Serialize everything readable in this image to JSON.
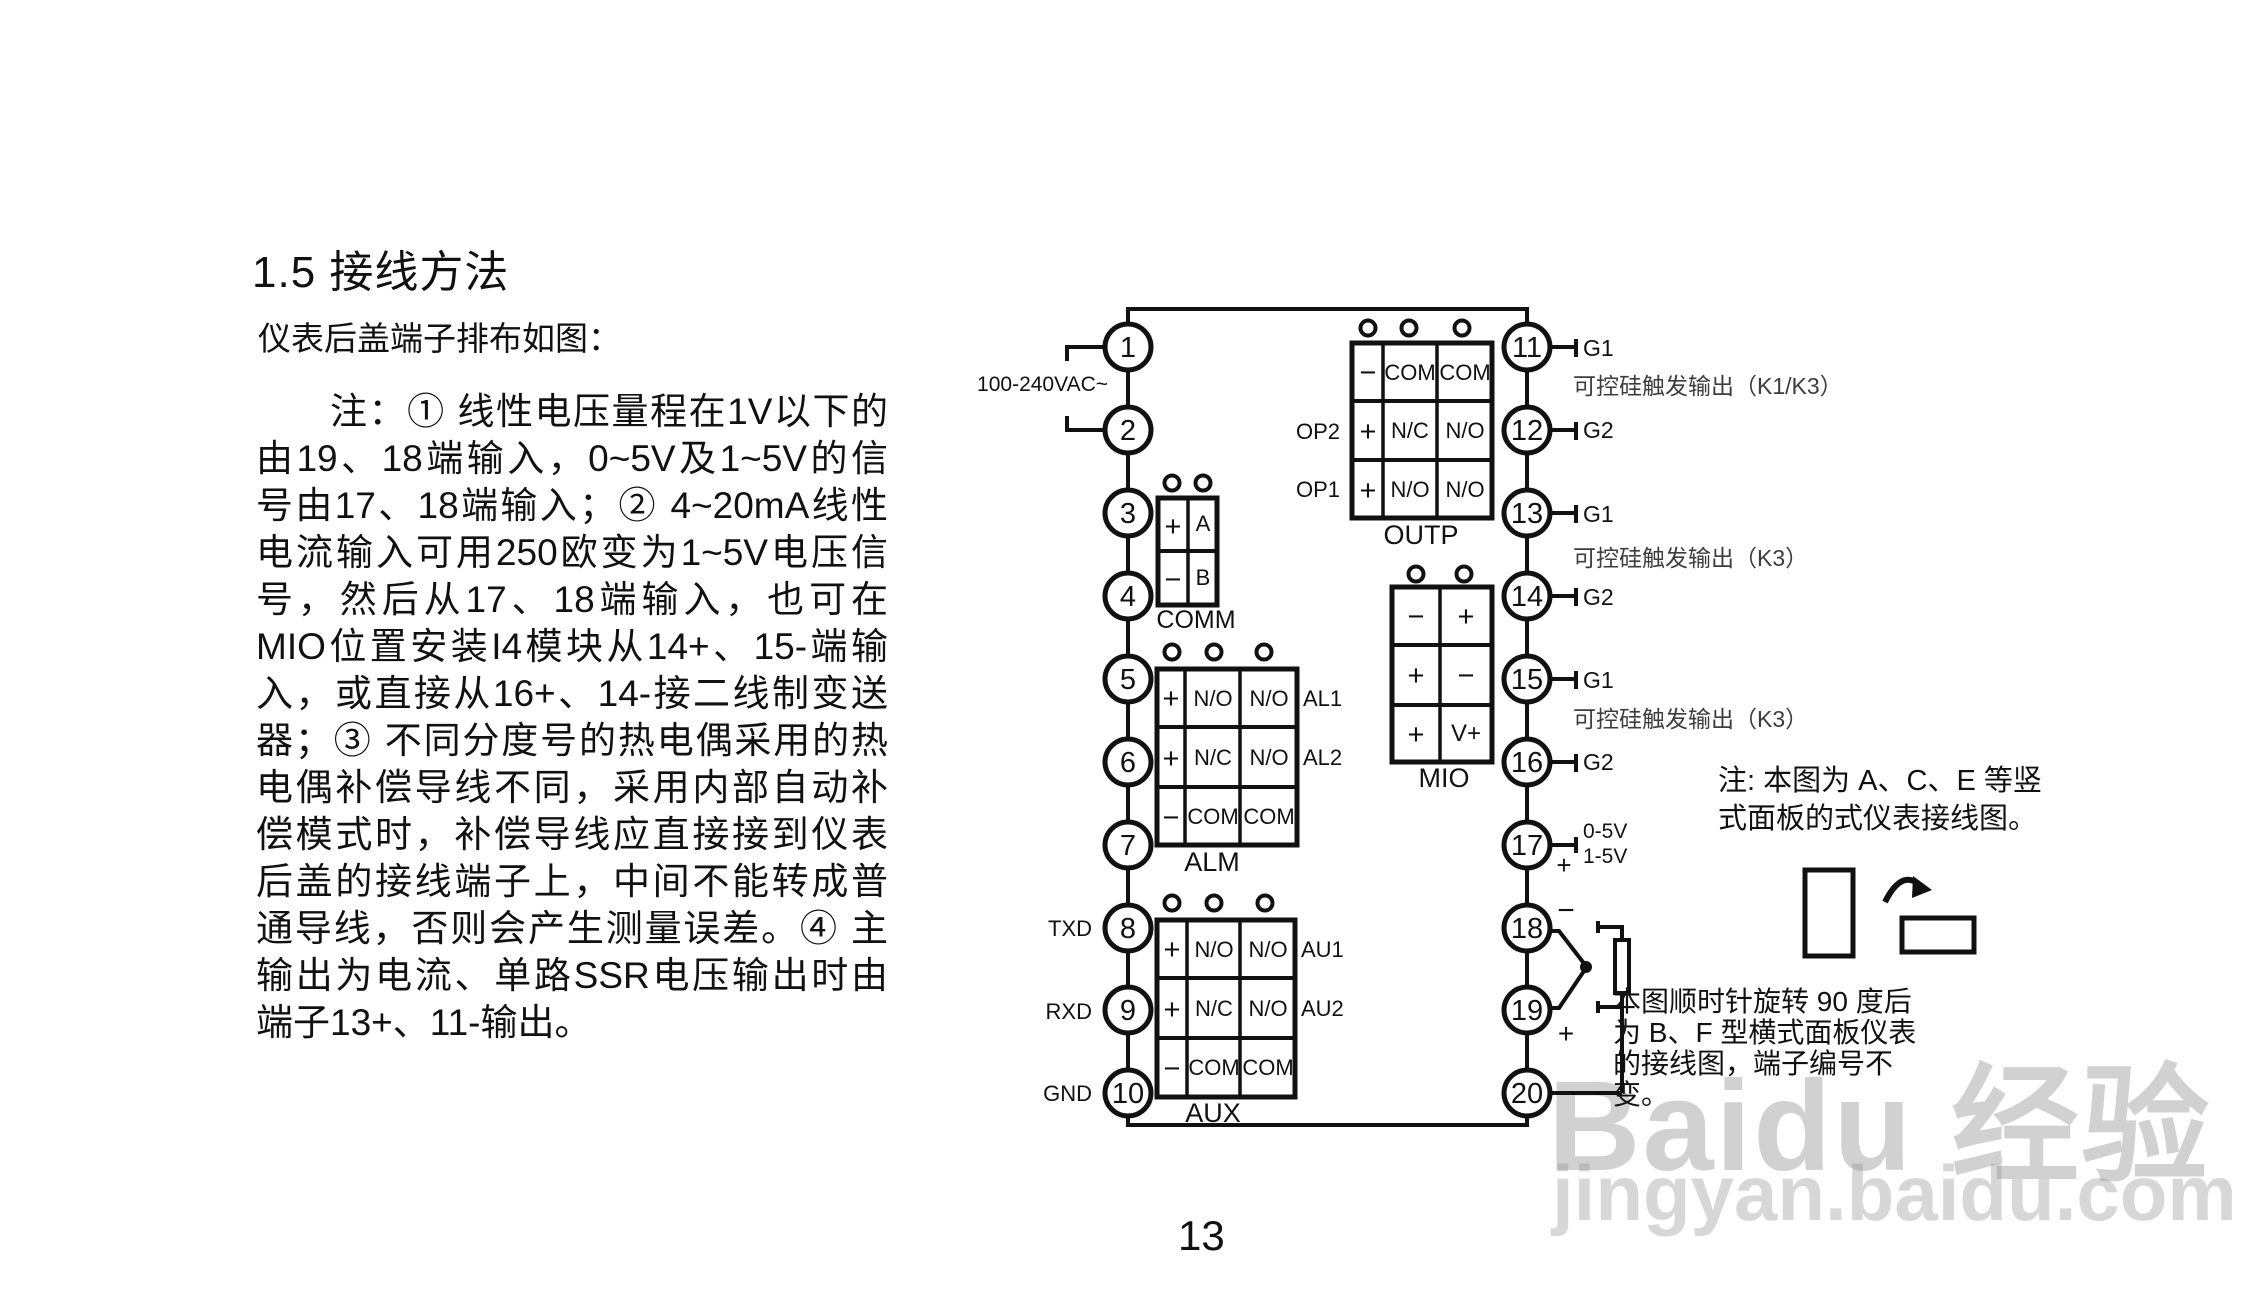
{
  "page": {
    "title": "1.5 接线方法",
    "subtitle": "仪表后盖端子排布如图：",
    "page_number": "13"
  },
  "para": {
    "lines": [
      "注：① 线性电压量程在1V以下的",
      "由19、18端输入，0~5V及1~5V的信",
      "号由17、18端输入；② 4~20mA线性",
      "电流输入可用250欧变为1~5V电压信",
      "号，然后从17、18端输入，也可在",
      "MIO位置安装I4模块从14+、15-端输",
      "入，或直接从16+、14-接二线制变送",
      "器；③ 不同分度号的热电偶采用的热",
      "电偶补偿导线不同，采用内部自动补",
      "偿模式时，补偿导线应直接接到仪表",
      "后盖的接线端子上，中间不能转成普",
      "通导线，否则会产生测量误差。④ 主",
      "输出为电流、单路SSR电压输出时由",
      "端子13+、11-输出。"
    ]
  },
  "d": {
    "power": "100-240VAC~",
    "t": [
      "1",
      "2",
      "3",
      "4",
      "5",
      "6",
      "7",
      "8",
      "9",
      "10",
      "11",
      "12",
      "13",
      "14",
      "15",
      "16",
      "17",
      "18",
      "19",
      "20"
    ],
    "comm": {
      "p": "+",
      "a": "A",
      "m": "−",
      "b": "B",
      "label": "COMM"
    },
    "outp": {
      "r1": [
        "−",
        "COM",
        "COM"
      ],
      "r2": [
        "+",
        "N/C",
        "N/O"
      ],
      "r3": [
        "+",
        "N/O",
        "N/O"
      ],
      "op2": "OP2",
      "op1": "OP1",
      "label": "OUTP"
    },
    "alm": {
      "r1": [
        "+",
        "N/O",
        "N/O"
      ],
      "r2": [
        "+",
        "N/C",
        "N/O"
      ],
      "r3": [
        "−",
        "COM",
        "COM"
      ],
      "al1": "AL1",
      "al2": "AL2",
      "label": "ALM"
    },
    "aux": {
      "r1": [
        "+",
        "N/O",
        "N/O"
      ],
      "r2": [
        "+",
        "N/C",
        "N/O"
      ],
      "r3": [
        "−",
        "COM",
        "COM"
      ],
      "au1": "AU1",
      "au2": "AU2",
      "label": "AUX"
    },
    "mio": {
      "r1": [
        "−",
        "+"
      ],
      "r2": [
        "+",
        "−"
      ],
      "r3": [
        "+",
        "V+"
      ],
      "label": "MIO"
    },
    "serial": {
      "txd": "TXD",
      "rxd": "RXD",
      "gnd": "GND"
    },
    "g": [
      "G1",
      "G2",
      "G1",
      "G2",
      "G1",
      "G2"
    ],
    "scr": [
      "可控硅触发输出（K1/K3）",
      "可控硅触发输出（K3）",
      "可控硅触发输出（K3）"
    ],
    "v1": "0-5V",
    "v2": "1-5V",
    "plus17": "+",
    "minus18": "−",
    "plus19": "+"
  },
  "notes": {
    "right1": "注: 本图为 A、C、E 等竖",
    "right2": "式面板的式仪表接线图。",
    "rot1": "本图顺时针旋转 90 度后",
    "rot2": "为 B、F 型横式面板仪表",
    "rot3": "的接线图，端子编号不",
    "rot4": "变。"
  },
  "watermark": {
    "main": "Baidu 经验",
    "url": "jingyan.baidu.com"
  }
}
